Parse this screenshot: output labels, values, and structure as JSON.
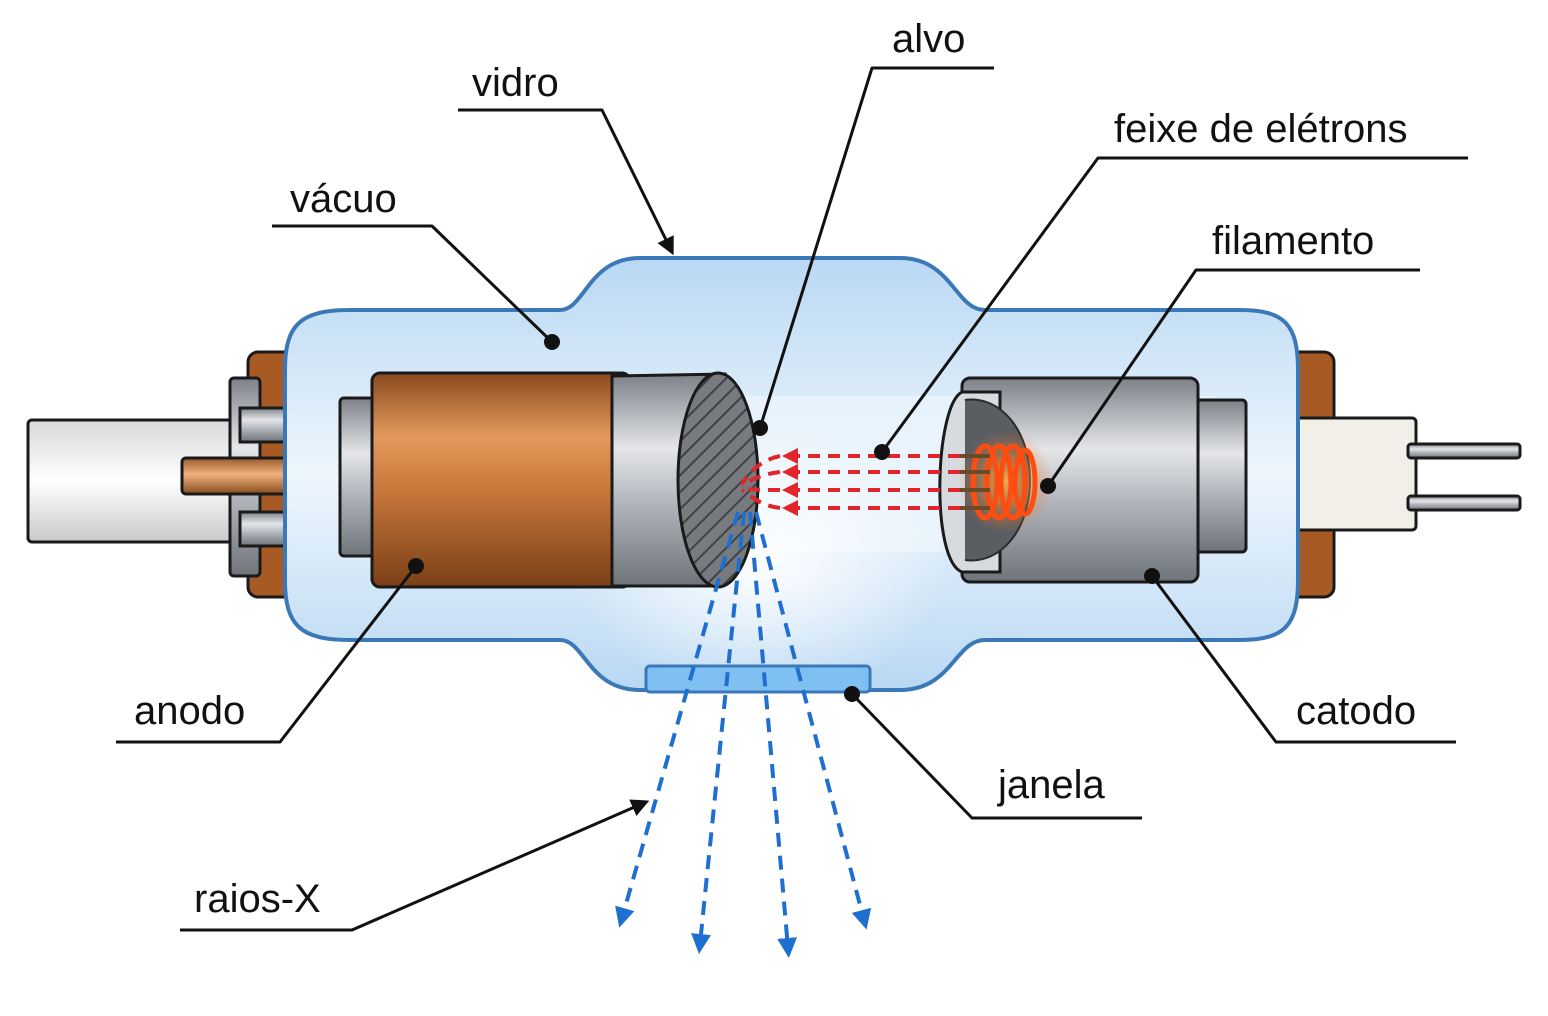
{
  "labels": {
    "vidro": "vidro",
    "alvo": "alvo",
    "vacuo": "vácuo",
    "feixe": "feixe de elétrons",
    "filamento": "filamento",
    "anodo": "anodo",
    "catodo": "catodo",
    "janela": "janela",
    "raios_x": "raios-X"
  },
  "colors": {
    "glass": "#cfe4f7",
    "glass_edge": "#3b78b8",
    "copper": "#c7773a",
    "steel": "#b8bcc2",
    "electron_beam": "#e0262a",
    "xray": "#1e6fcf",
    "filament_glow": "#ff5a1a"
  }
}
